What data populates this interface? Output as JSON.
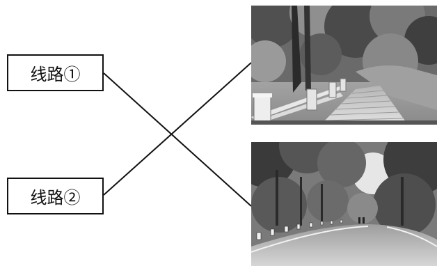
{
  "routes": [
    {
      "label": "线路①"
    },
    {
      "label": "线路②"
    }
  ],
  "photos": [
    {
      "subject": "mountain-stone-steps-with-railing"
    },
    {
      "subject": "forest-paved-road"
    }
  ],
  "colors": {
    "stroke": "#111111",
    "background": "#ffffff"
  }
}
